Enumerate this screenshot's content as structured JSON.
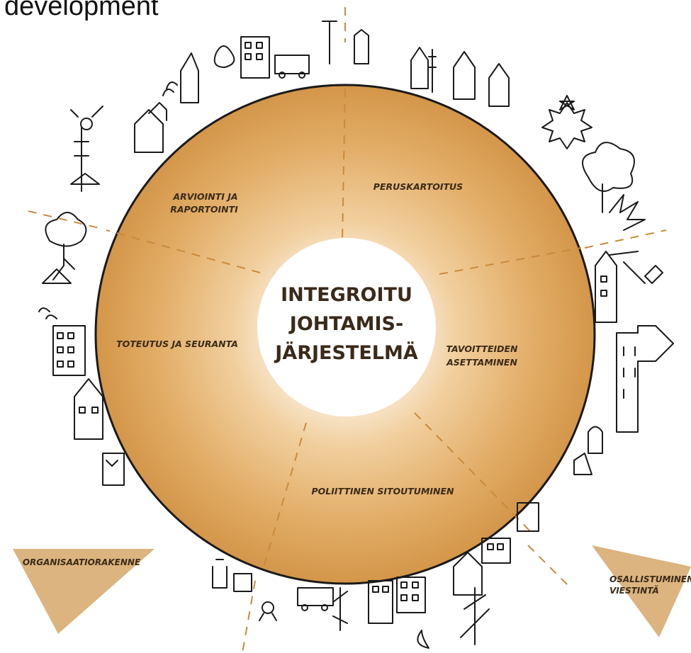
{
  "header": {
    "title": "development"
  },
  "center": {
    "lines": [
      "INTEGROITU",
      "JOHTAMIS-",
      "JÄRJESTELMÄ"
    ]
  },
  "segments": [
    {
      "id": "peruskartoitus",
      "lines": [
        "PERUSKARTOITUS"
      ]
    },
    {
      "id": "tavoitteiden",
      "lines": [
        "TAVOITTEIDEN",
        "ASETTAMINEN"
      ]
    },
    {
      "id": "poliittinen",
      "lines": [
        "POLIITTINEN SITOUTUMINEN"
      ]
    },
    {
      "id": "toteutus",
      "lines": [
        "TOTEUTUS JA SEURANTA"
      ]
    },
    {
      "id": "arviointi",
      "lines": [
        "ARVIOINTI JA",
        "RAPORTOINTI"
      ]
    }
  ],
  "triangles": {
    "left": {
      "label": "ORGANISAATIORAKENNE"
    },
    "right": {
      "lines": [
        "OSALLISTUMINEN",
        "VIESTINTÄ"
      ]
    }
  },
  "colors": {
    "ring_inner": "#f7e2c4",
    "ring_outer": "#d49a52",
    "divider": "#c98a3c",
    "triangle": "#dcb47f",
    "ink": "#1a1a1a"
  }
}
